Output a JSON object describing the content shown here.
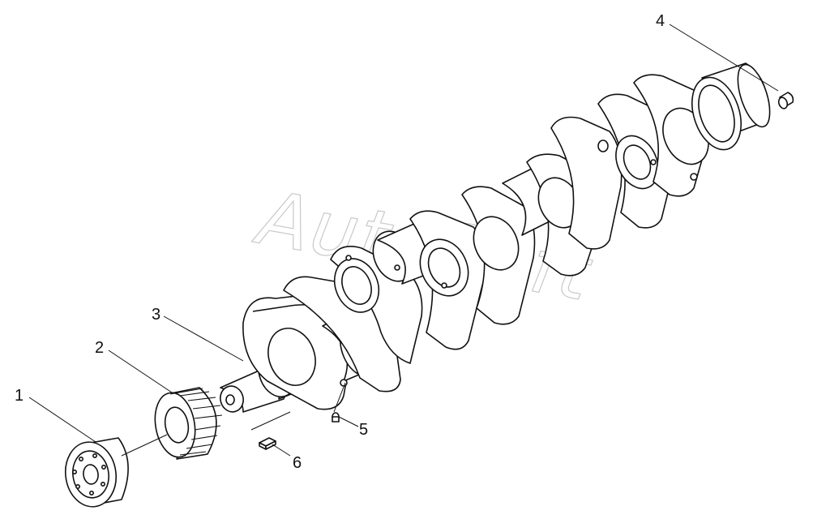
{
  "watermark": "AutoSoft",
  "callouts": {
    "c1": "1",
    "c2": "2",
    "c3": "3",
    "c4": "4",
    "c5": "5",
    "c6": "6"
  },
  "colors": {
    "line": "#111111",
    "watermark": "#c9c9c9",
    "background": "#ffffff"
  }
}
